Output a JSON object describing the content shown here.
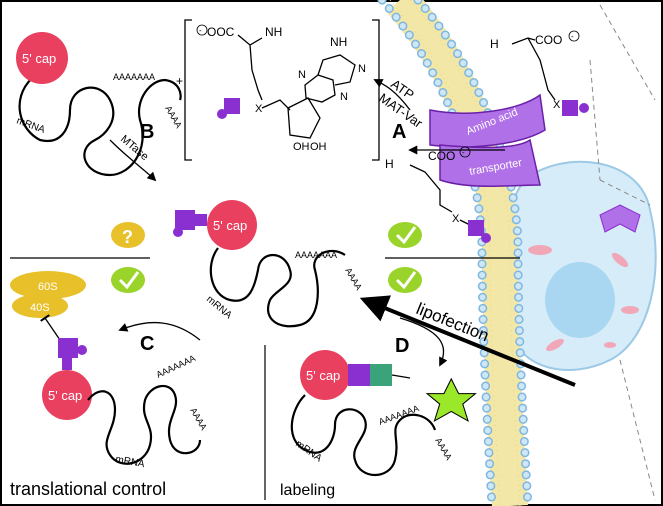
{
  "colors": {
    "cap": "#e94060",
    "purple": "#8a2fd0",
    "purple_light": "#b070e8",
    "green": "#3ba37a",
    "star": "#9be82a",
    "yellow": "#e8c02a",
    "check_green": "#9ad42a",
    "membrane_head": "#cfe6f7",
    "membrane_tail": "#f3e7a8",
    "cell_blue": "#d6ecf8",
    "nucleus": "#a9d7f2",
    "organelle": "#f0a8b8"
  },
  "labels": {
    "cap": "5' cap",
    "mrna": "mRNA",
    "poly_a": "AAAAAAA",
    "poly_a_tail": "AAAA",
    "panel_a": "A",
    "panel_b": "B",
    "panel_c": "C",
    "panel_d": "D",
    "atp": "ATP",
    "mat_var": "MAT-Var",
    "mtase": "MTase",
    "transporter_1": "Amino acid",
    "transporter_2": "transporter",
    "lipofection": "lipofection",
    "ribo_60s": "60S",
    "ribo_40s": "40S",
    "translational_control": "translational control",
    "labeling": "labeling",
    "question": "?",
    "x_sym": "X",
    "plus": "+",
    "coo": "COO",
    "ooc": "OOC",
    "nh3": "NH",
    "h3n": "H",
    "nh2": "NH",
    "n": "N",
    "oh": "OH"
  },
  "icons": [
    "checkmark-icon",
    "question-icon",
    "star-icon",
    "puzzle-tag-icon",
    "cell-icon"
  ]
}
